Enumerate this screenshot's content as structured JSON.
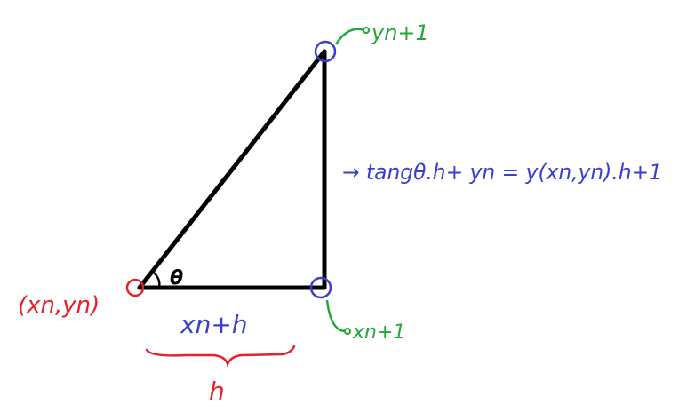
{
  "labels": {
    "theta": "θ",
    "origin_point": "(xn,yn)",
    "top_point": "yn+1",
    "bottom_right_point": "xn+1",
    "base_label": "xn+h",
    "brace_label": "h",
    "formula": "→ tangθ.h+ yn = y(xn,yn).h+1"
  },
  "colors": {
    "triangle": "#000000",
    "red": "#e8202a",
    "blue": "#3a3ed0",
    "green": "#23a83a"
  }
}
